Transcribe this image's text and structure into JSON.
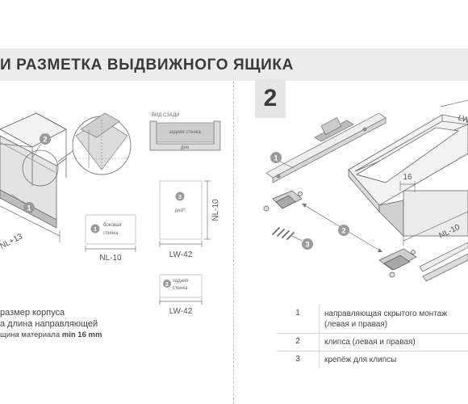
{
  "title": "И РАЗМЕТКА ВЫДВИЖНОГО ЯЩИКА",
  "step": "2",
  "left": {
    "callouts": [
      "2",
      "1"
    ],
    "nl13": "NL+13",
    "rear_view": "ВИД СЗАДИ",
    "rear_wall": "задняя стенка",
    "bottom_small": "дно",
    "side_panel_num": "1",
    "side_panel": "боковая стенка",
    "dim_nl10": "NL-10",
    "bottom_num": "3",
    "bottom_label": "дно*",
    "dim_nl10_v": "NL-10",
    "dim_lw42": "LW-42",
    "rear_num": "2",
    "rear_label": "задняя стенка",
    "dim_lw42_b": "LW-42"
  },
  "notes": {
    "line1": "размер корпуса",
    "line2": "а длина направляющей",
    "line3_prefix": "щина материала ",
    "line3_bold": "min 16 mm"
  },
  "right": {
    "callouts": [
      "1",
      "2",
      "3"
    ],
    "dim_16": "16",
    "dim_lw": "LW",
    "dim_nl10": "NL-10"
  },
  "parts": [
    {
      "num": "1",
      "text": "направляющая скрытого монтаж",
      "text2": "(левая и правая)"
    },
    {
      "num": "2",
      "text": "клипса (левая и правая)"
    },
    {
      "num": "3",
      "text": "крепёж для клипсы"
    }
  ]
}
